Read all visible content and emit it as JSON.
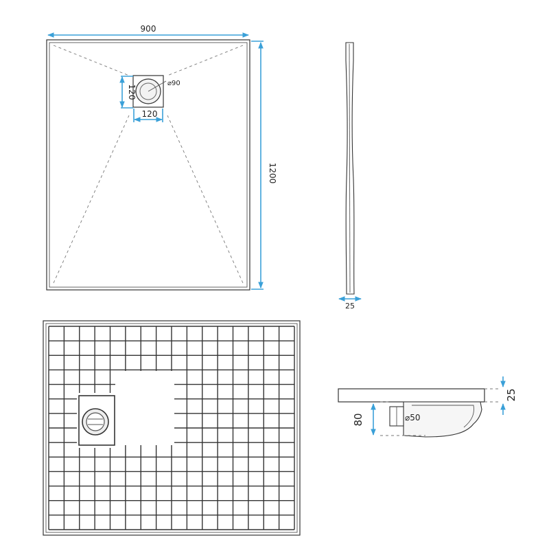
{
  "colors": {
    "dimension": "#3aa0d8",
    "outline": "#333333",
    "background": "#ffffff"
  },
  "top_view": {
    "width_label": "900",
    "length_label": "1200",
    "drain_width_label": "120",
    "drain_height_label": "120",
    "drain_diameter_label": "⌀90"
  },
  "side_view": {
    "thickness_label": "25"
  },
  "section_view": {
    "height_label": "25",
    "drain_depth_label": "80",
    "outlet_diameter_label": "⌀50"
  }
}
